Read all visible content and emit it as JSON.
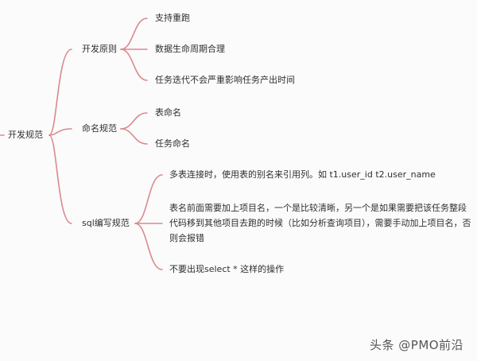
{
  "colors": {
    "background": "#fbfbfb",
    "link": "#d98a8f",
    "text": "#2f2f2f"
  },
  "mindmap": {
    "root": {
      "label": "开发规范"
    },
    "branches": [
      {
        "label": "开发原则",
        "children": [
          {
            "label": "支持重跑"
          },
          {
            "label": "数据生命周期合理"
          },
          {
            "label": "任务迭代不会严重影响任务产出时间"
          }
        ]
      },
      {
        "label": "命名规范",
        "children": [
          {
            "label": "表命名"
          },
          {
            "label": "任务命名"
          }
        ]
      },
      {
        "label": "sql编写规范",
        "children": [
          {
            "label": "多表连接时，使用表的别名来引用列。如 t1.user_id t2.user_name"
          },
          {
            "label": "表名前面需要加上项目名，一个是比较清晰，另一个是如果需要把该任务整段代码移到其他项目去跑的时候（比如分析查询项目），需要手动加上项目名，否则会报错"
          },
          {
            "label": "不要出现select * 这样的操作"
          }
        ]
      }
    ]
  },
  "watermark": "头条 @PMO前沿"
}
